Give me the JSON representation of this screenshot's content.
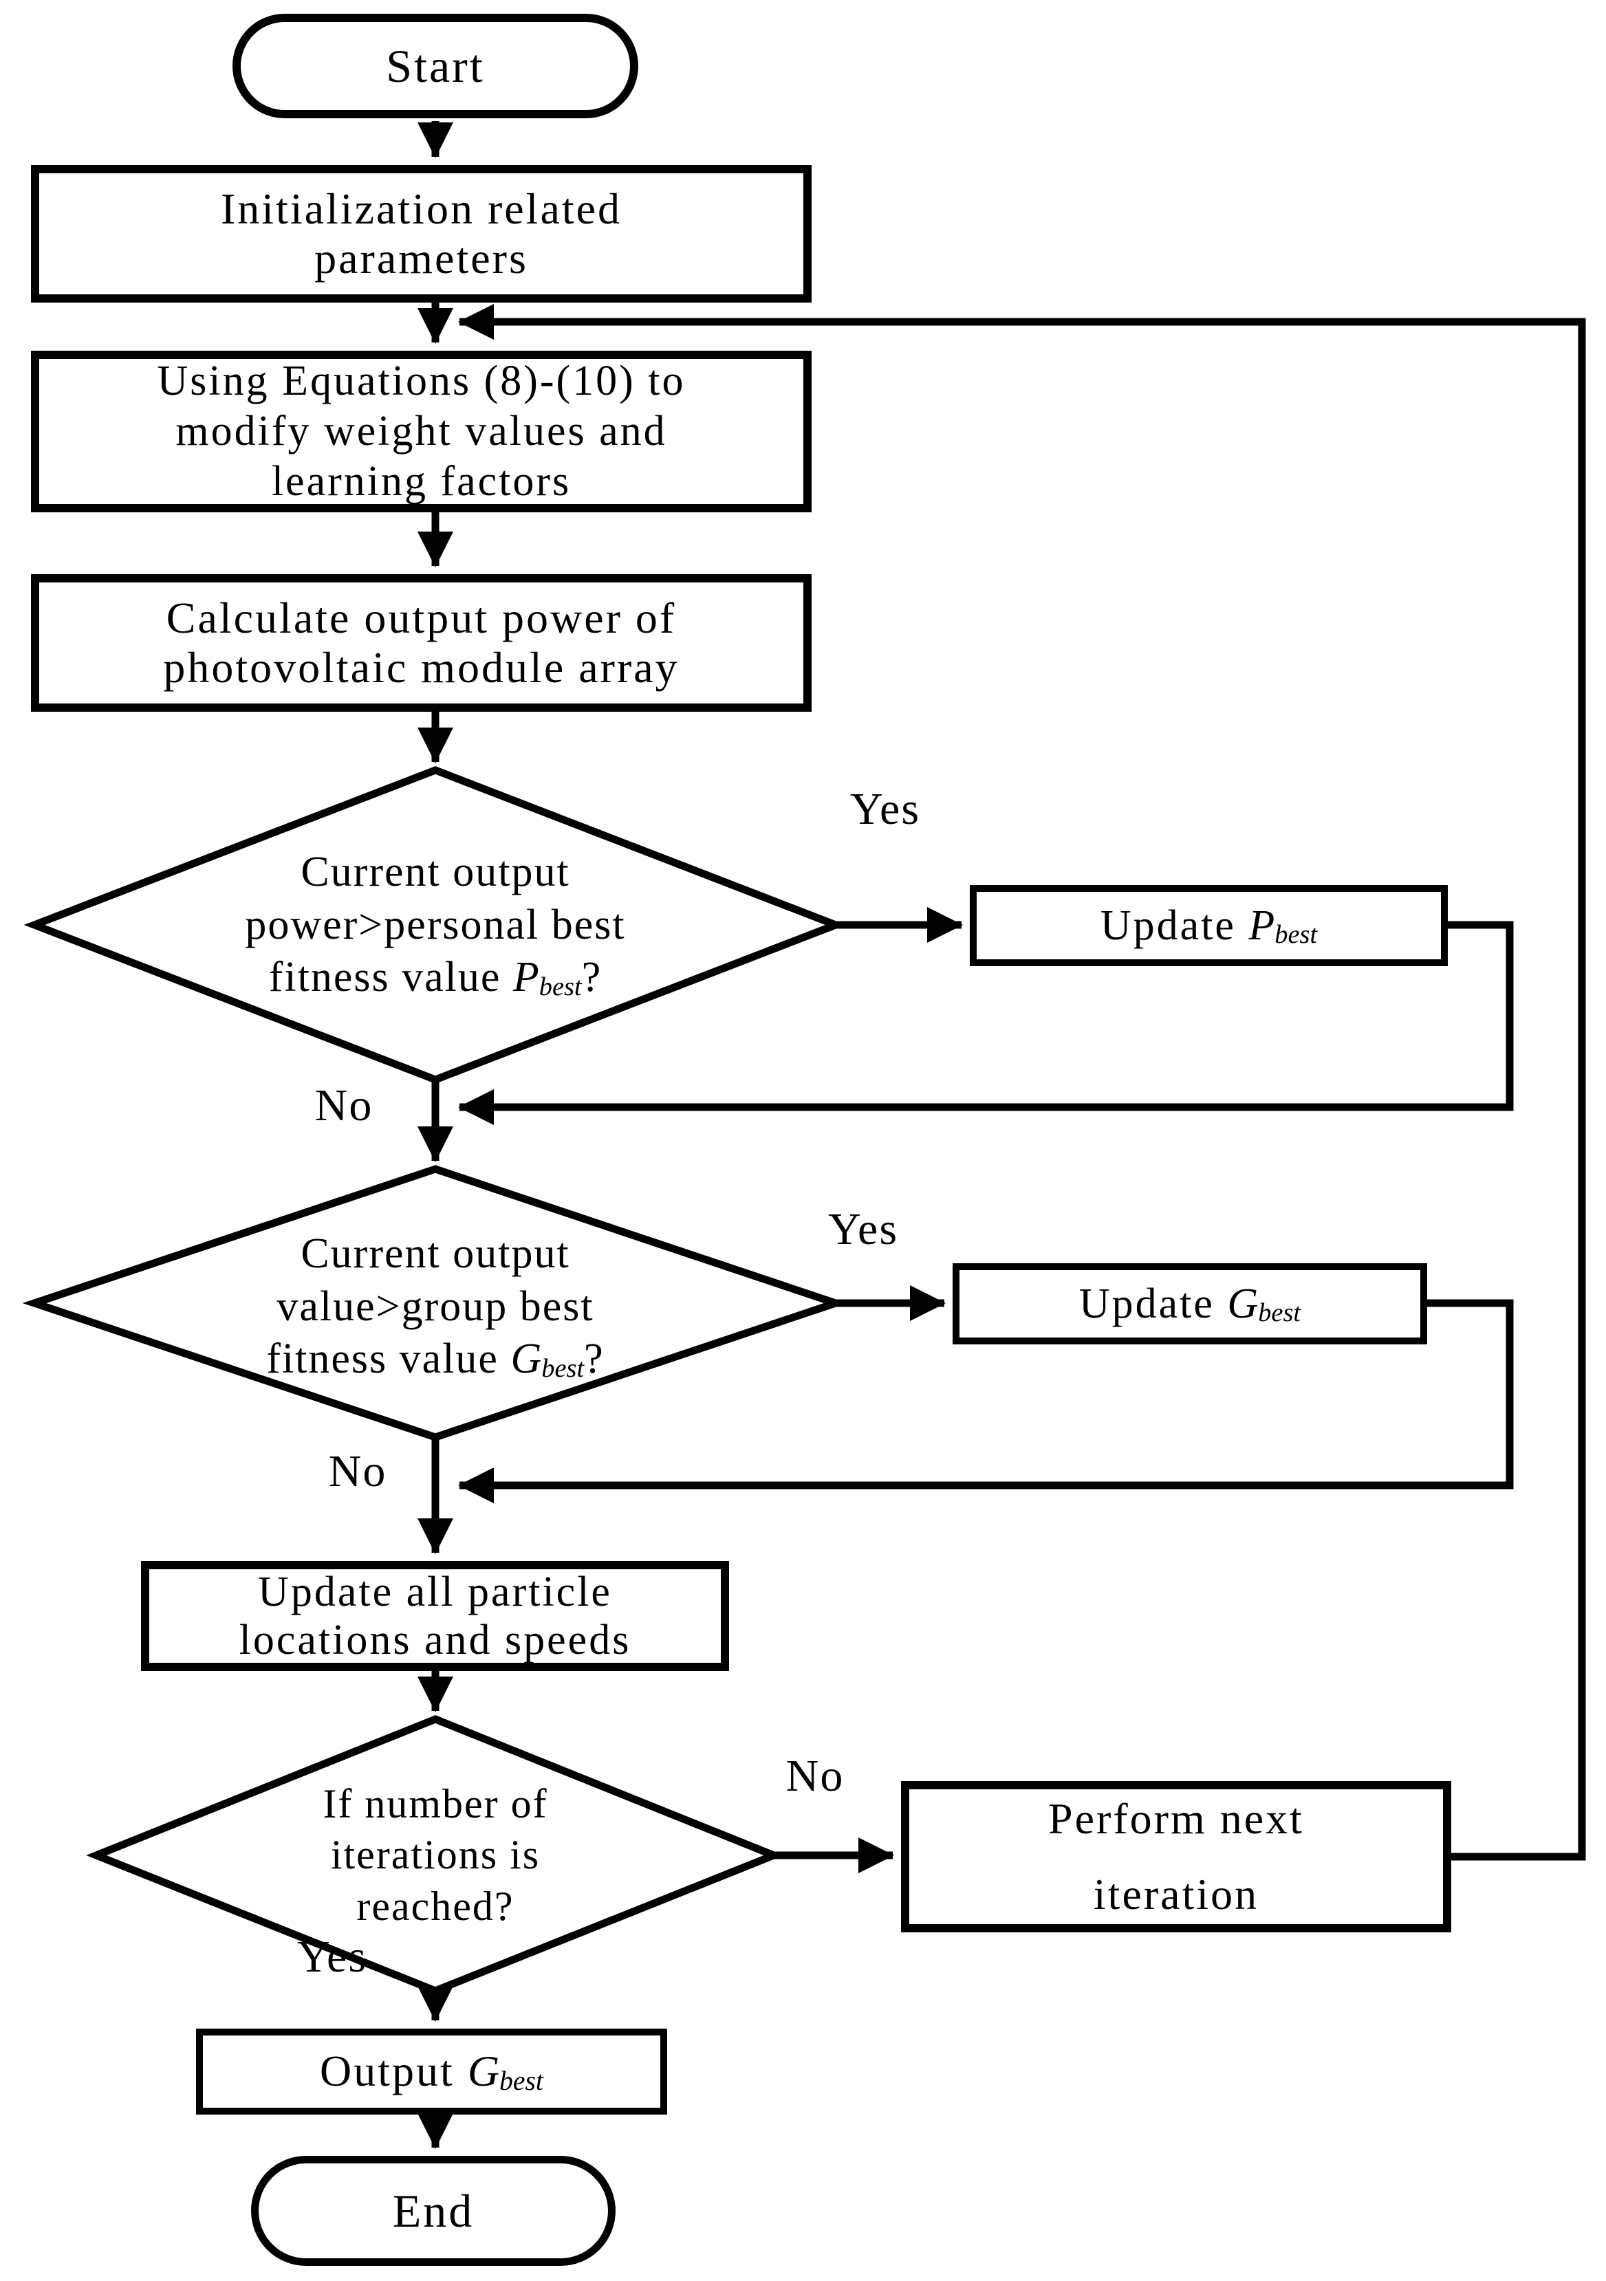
{
  "figure": {
    "background_color": "#ffffff",
    "line_color": "#000000"
  },
  "nodes": {
    "start": {
      "label": "Start"
    },
    "init_params": {
      "lines": [
        "Initialization related",
        "parameters"
      ]
    },
    "modify_weights": {
      "lines": [
        "Using Equations (8)-(10) to",
        "modify weight values and",
        "learning factors"
      ]
    },
    "calc_power": {
      "lines": [
        "Calculate output power of",
        "photovoltaic module array"
      ]
    },
    "check_pbest": {
      "line1": "Current output",
      "line2": "power>personal best",
      "line3_prefix": "fitness value ",
      "symbol": "P",
      "subscript": "best",
      "suffix": "?"
    },
    "update_pbest": {
      "prefix": "Update ",
      "symbol": "P",
      "subscript": "best"
    },
    "check_gbest": {
      "line1": "Current output",
      "line2": "value>group best",
      "line3_prefix": "fitness value ",
      "symbol": "G",
      "subscript": "best",
      "suffix": "?"
    },
    "update_gbest": {
      "prefix": "Update ",
      "symbol": "G",
      "subscript": "best"
    },
    "update_particles": {
      "lines": [
        "Update all particle",
        "locations and speeds"
      ]
    },
    "check_iterations": {
      "lines": [
        "If number of",
        "iterations is",
        "reached?"
      ]
    },
    "next_iteration": {
      "lines": [
        "Perform next",
        "iteration"
      ]
    },
    "output_gbest": {
      "prefix": "Output ",
      "symbol": "G",
      "subscript": "best"
    },
    "end": {
      "label": "End"
    }
  },
  "edge_labels": {
    "pbest_yes": "Yes",
    "pbest_no": "No",
    "gbest_yes": "Yes",
    "gbest_no": "No",
    "iter_no": "No",
    "iter_yes": "Yes"
  }
}
